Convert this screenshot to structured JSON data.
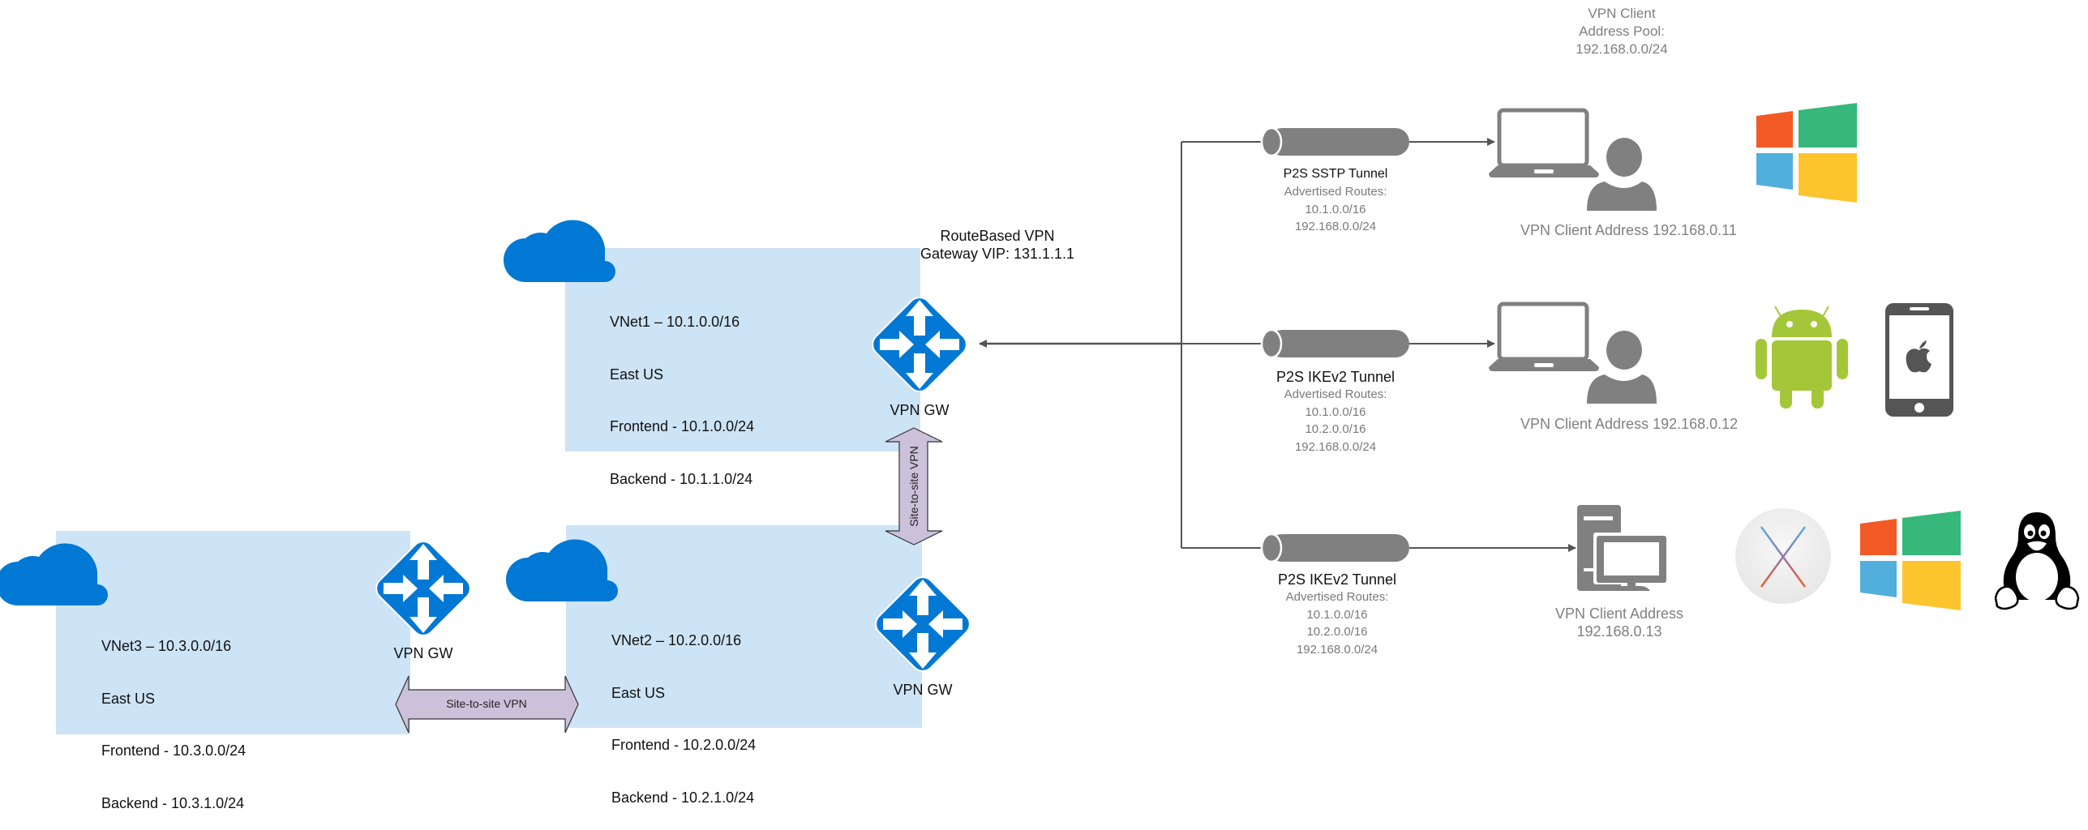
{
  "vnets": [
    {
      "id": "vnet1",
      "lines": [
        "VNet1 – 10.1.0.0/16",
        "East US",
        "Frontend - 10.1.0.0/24",
        "Backend - 10.1.1.0/24"
      ],
      "gateway_label": "VPN GW"
    },
    {
      "id": "vnet2",
      "lines": [
        "VNet2 – 10.2.0.0/16",
        "East US",
        "Frontend - 10.2.0.0/24",
        "Backend - 10.2.1.0/24"
      ],
      "gateway_label": "VPN GW"
    },
    {
      "id": "vnet3",
      "lines": [
        "VNet3 – 10.3.0.0/16",
        "East US",
        "Frontend - 10.3.0.0/24",
        "Backend - 10.3.1.0/24"
      ],
      "gateway_label": "VPN GW"
    }
  ],
  "gateway_info": {
    "line1": "RouteBased VPN",
    "line2": "Gateway VIP: 131.1.1.1"
  },
  "site_to_site": {
    "vertical_label": "Site-to-site VPN",
    "horizontal_label": "Site-to-site VPN"
  },
  "client_pool": {
    "line1": "VPN Client",
    "line2": "Address Pool:",
    "line3": "192.168.0.0/24"
  },
  "tunnels": [
    {
      "title": "P2S SSTP Tunnel",
      "routes_label": "Advertised Routes:",
      "routes": [
        "10.1.0.0/16",
        "192.168.0.0/24"
      ],
      "client_device": "laptop-user",
      "client_address": "VPN Client Address 192.168.0.11",
      "platforms": [
        "windows"
      ]
    },
    {
      "title": "P2S IKEv2 Tunnel",
      "routes_label": "Advertised Routes:",
      "routes": [
        "10.1.0.0/16",
        "10.2.0.0/16",
        "192.168.0.0/24"
      ],
      "client_device": "laptop-user",
      "client_address": "VPN Client Address 192.168.0.12",
      "platforms": [
        "android",
        "ios"
      ]
    },
    {
      "title": "P2S IKEv2 Tunnel",
      "routes_label": "Advertised Routes:",
      "routes": [
        "10.1.0.0/16",
        "10.2.0.0/16",
        "192.168.0.0/24"
      ],
      "client_device": "desktop",
      "client_address_line1": "VPN Client Address",
      "client_address_line2": "192.168.0.13",
      "platforms": [
        "macos",
        "windows",
        "linux"
      ]
    }
  ],
  "colors": {
    "azure_blue": "#0078d4",
    "vnet_fill": "#cde4f6",
    "s2s_arrow_fill": "#ccc1da",
    "tunnel_gray": "#808080",
    "win_red": "#f25a25",
    "win_green": "#36b77b",
    "win_blue": "#52afdc",
    "win_yellow": "#fec42d",
    "android_green": "#a4c739"
  }
}
